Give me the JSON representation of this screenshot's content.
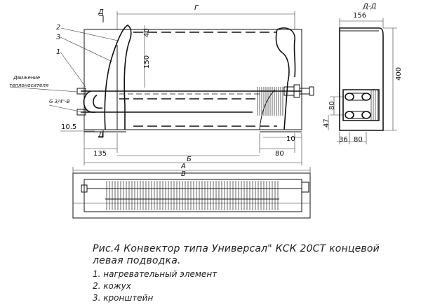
{
  "view_labels": {
    "section": "Д-Д"
  },
  "callouts": [
    "1",
    "2",
    "3"
  ],
  "flow_label": [
    "Движение",
    "теплоносителя"
  ],
  "thread_label": "G 3/4\"-В",
  "section_marker": "Д",
  "dimensions": {
    "g": "Г",
    "b_small": "Б",
    "a": "А",
    "v": "В",
    "d40": "40",
    "d150": "150",
    "d135": "135",
    "d80_bottom": "80",
    "d10": "10",
    "d10_5": "10.5",
    "d156": "156",
    "d400": "400",
    "d80_side": "80",
    "d47": "47",
    "d36": "36",
    "d80_section": "80"
  },
  "caption": {
    "title_line1": "Рис.4 Конвектор типа Универсал\" КСК 20СТ концевой",
    "title_line2": "левая подводка.",
    "items": [
      "1. нагревательный элемент",
      "2. кожух",
      "3. кронштейн"
    ]
  }
}
